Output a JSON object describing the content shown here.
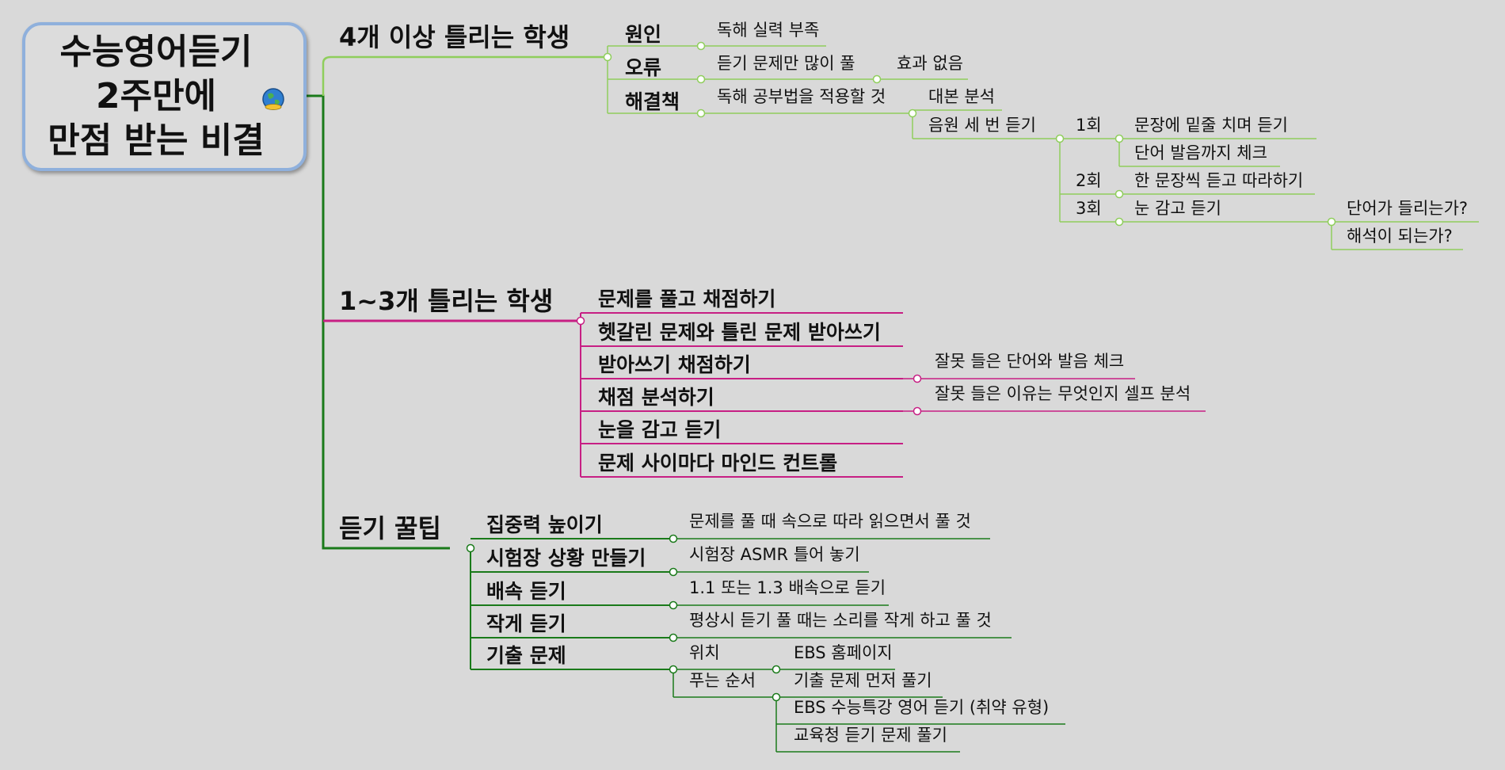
{
  "root": {
    "title": "수능영어듣기\n2주만에\n만점 받는 비결"
  },
  "colors": {
    "green": "#8fce5c",
    "magenta": "#c71f84",
    "darkgreen": "#1a7a1a",
    "rootBorder": "#8fb0dc"
  },
  "branch1": {
    "title": "4개 이상 틀리는 학생",
    "cause": {
      "label": "원인",
      "detail": "독해 실력 부족"
    },
    "error": {
      "label": "오류",
      "detail": "듣기 문제만 많이 풀",
      "result": "효과 없음"
    },
    "solution": {
      "label": "해결책",
      "detail": "독해 공부법을 적용할 것",
      "script": "대본 분석",
      "listen3": "음원 세 번 듣기",
      "round1": {
        "label": "1회",
        "a": "문장에 밑줄 치며 듣기",
        "b": "단어 발음까지 체크"
      },
      "round2": {
        "label": "2회",
        "a": "한 문장씩 듣고 따라하기"
      },
      "round3": {
        "label": "3회",
        "a": "눈 감고 듣기",
        "q1": "단어가 들리는가?",
        "q2": "해석이 되는가?"
      }
    }
  },
  "branch2": {
    "title": "1~3개 틀리는 학생",
    "items": [
      {
        "label": "문제를 풀고 채점하기"
      },
      {
        "label": "헷갈린 문제와 틀린 문제 받아쓰기"
      },
      {
        "label": "받아쓰기 채점하기",
        "note": "잘못 들은 단어와 발음 체크"
      },
      {
        "label": "채점 분석하기",
        "note": "잘못 들은 이유는 무엇인지 셀프 분석"
      },
      {
        "label": "눈을 감고 듣기"
      },
      {
        "label": "문제 사이마다 마인드 컨트롤"
      }
    ]
  },
  "branch3": {
    "title": "듣기 꿀팁",
    "focus": {
      "label": "집중력 높이기",
      "note": "문제를 풀 때 속으로 따라 읽으면서 풀 것"
    },
    "exam": {
      "label": "시험장 상황 만들기",
      "note": "시험장 ASMR 틀어 놓기"
    },
    "speed": {
      "label": "배속 듣기",
      "note": "1.1 또는 1.3 배속으로 듣기"
    },
    "quiet": {
      "label": "작게 듣기",
      "note": "평상시 듣기 풀 때는 소리를 작게 하고 풀 것"
    },
    "past": {
      "label": "기출 문제",
      "where": {
        "label": "위치",
        "value": "EBS 홈페이지"
      },
      "order": {
        "label": "푸는 순서",
        "steps": [
          "기출 문제 먼저 풀기",
          "EBS 수능특강 영어 듣기 (취약 유형)",
          "교육청 듣기 문제 풀기"
        ]
      }
    }
  }
}
